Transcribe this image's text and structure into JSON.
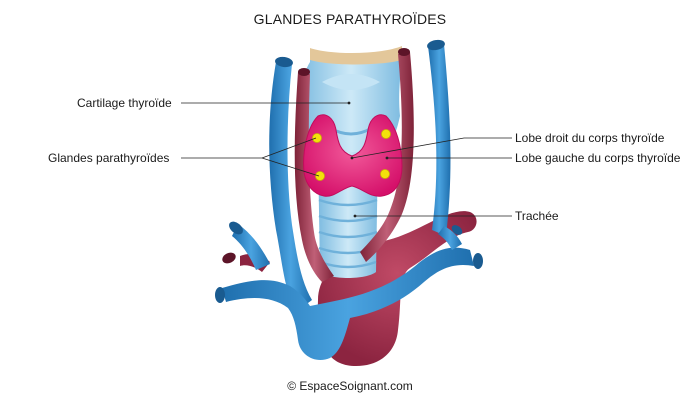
{
  "title": "GLANDES PARATHYROÏDES",
  "labels": {
    "cartilage": "Cartilage thyroïde",
    "glandes": "Glandes parathyroïdes",
    "lobe_droit": "Lobe droit du corps thyroïde",
    "lobe_gauche": "Lobe gauche du corps thyroïde",
    "trachee": "Trachée"
  },
  "credit": "© EspaceSoignant.com",
  "colors": {
    "vein_blue": "#2e86c9",
    "artery_red": "#9a3048",
    "thyroid_pink": "#e0196d",
    "trachea_blue": "#a9d6ee",
    "parathyroid_yellow": "#f3e10c",
    "hyoid_tan": "#e3c79a"
  }
}
